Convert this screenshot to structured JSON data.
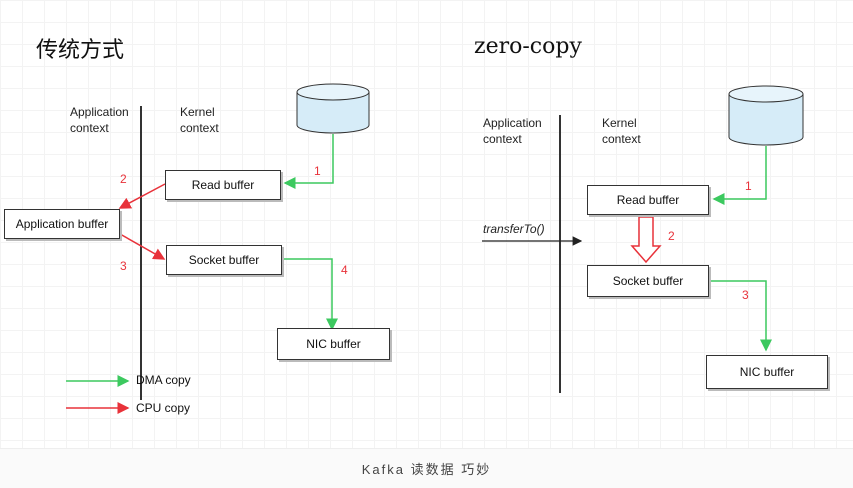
{
  "left": {
    "title": "传统方式",
    "app_context": "Application\ncontext",
    "kernel_context": "Kernel\ncontext",
    "read_buffer": "Read buffer",
    "application_buffer": "Application buffer",
    "socket_buffer": "Socket buffer",
    "nic_buffer": "NIC buffer",
    "steps": [
      "1",
      "2",
      "3",
      "4"
    ]
  },
  "right": {
    "title": "zero-copy",
    "app_context": "Application\ncontext",
    "kernel_context": "Kernel\ncontext",
    "call": "transferTo()",
    "read_buffer": "Read buffer",
    "socket_buffer": "Socket buffer",
    "nic_buffer": "NIC buffer",
    "steps": [
      "1",
      "2",
      "3"
    ]
  },
  "legend": {
    "dma": "DMA copy",
    "cpu": "CPU copy"
  },
  "colors": {
    "dma": "#3cc95f",
    "cpu": "#e8323a",
    "disk_fill": "#d6ecf8"
  },
  "caption": "Kafka 读数据 巧妙"
}
